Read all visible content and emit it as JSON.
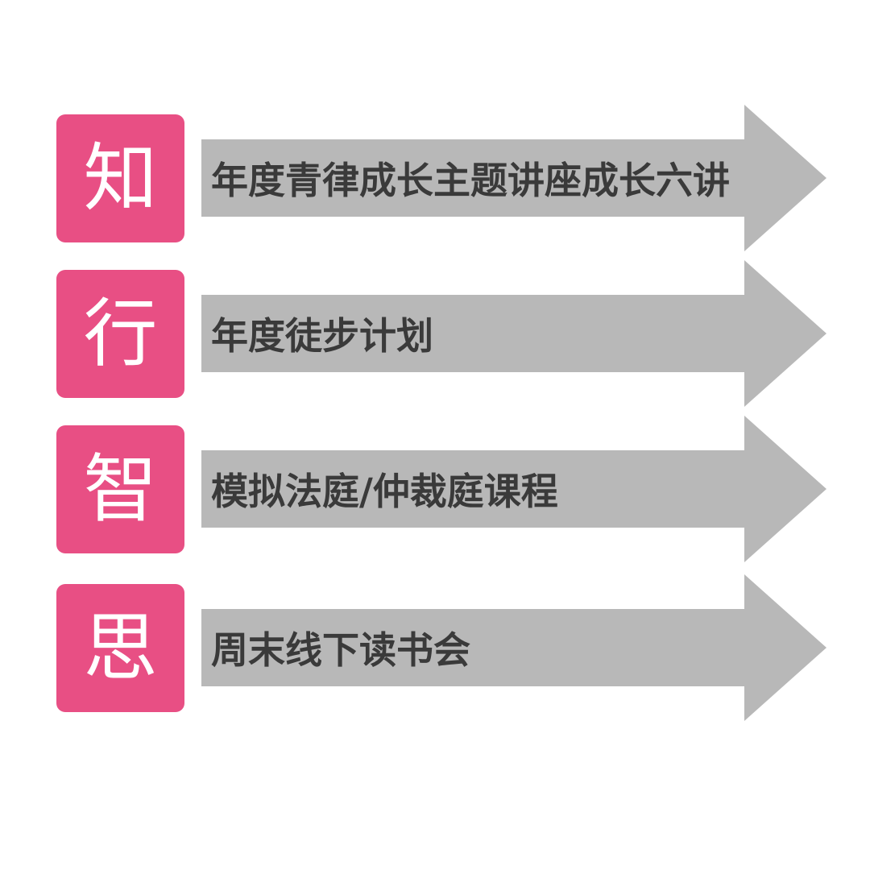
{
  "colors": {
    "badge": "#e84f84",
    "arrow": "#b8b8b8",
    "label_text": "#3a3a3a",
    "badge_text": "#ffffff"
  },
  "rows": [
    {
      "badge": "知",
      "label": "年度青律成长主题讲座成长六讲"
    },
    {
      "badge": "行",
      "label": "年度徒步计划"
    },
    {
      "badge": "智",
      "label": "模拟法庭/仲裁庭课程"
    },
    {
      "badge": "思",
      "label": "周末线下读书会"
    }
  ]
}
